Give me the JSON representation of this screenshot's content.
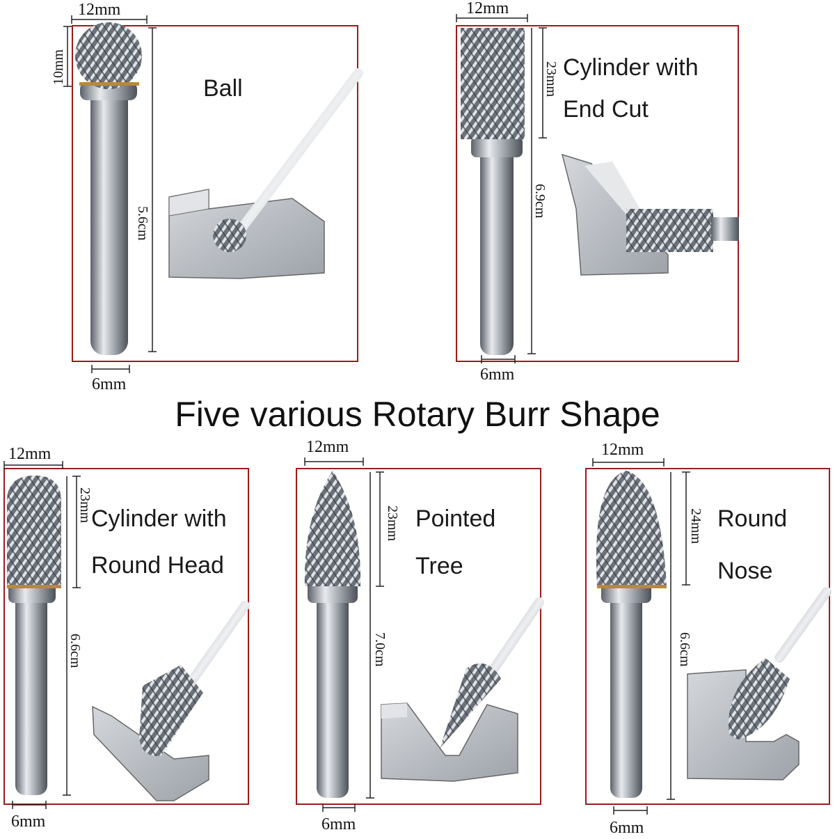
{
  "title": "Five various Rotary Burr Shape",
  "panels": [
    {
      "name": "Ball",
      "label_lines": [
        "Ball"
      ],
      "head_width": "12mm",
      "head_length": "10mm",
      "total_length": "5.6cm",
      "shank": "6mm"
    },
    {
      "name": "Cylinder with End Cut",
      "label_lines": [
        "Cylinder with",
        "End Cut"
      ],
      "head_width": "12mm",
      "head_length": "23mm",
      "total_length": "6.9cm",
      "shank": "6mm"
    },
    {
      "name": "Cylinder with Round Head",
      "label_lines": [
        "Cylinder with",
        "Round Head"
      ],
      "head_width": "12mm",
      "head_length": "23mm",
      "total_length": "6.6cm",
      "shank": "6mm"
    },
    {
      "name": "Pointed Tree",
      "label_lines": [
        "Pointed",
        "Tree"
      ],
      "head_width": "12mm",
      "head_length": "23mm",
      "total_length": "7.0cm",
      "shank": "6mm"
    },
    {
      "name": "Round Nose",
      "label_lines": [
        "Round",
        "Nose"
      ],
      "head_width": "12mm",
      "head_length": "24mm",
      "total_length": "6.6cm",
      "shank": "6mm"
    }
  ],
  "colors": {
    "frame": "#9b1c1c",
    "metal_dark": "#4a4f57",
    "metal_light": "#d7dadf",
    "workpiece": "#b9bdc2"
  }
}
